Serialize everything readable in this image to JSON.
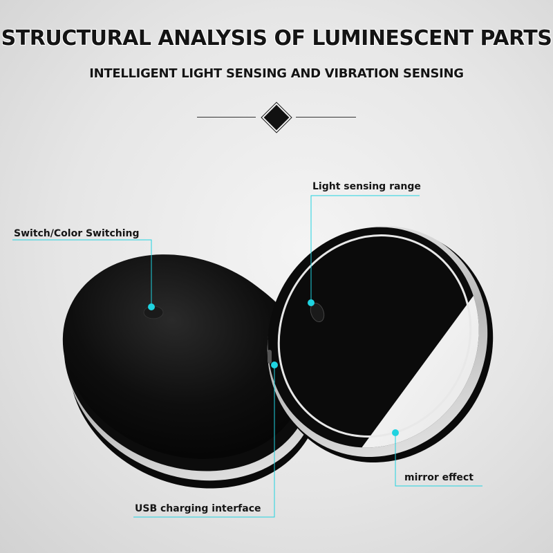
{
  "header": {
    "title": "STRUCTURAL ANALYSIS OF LUMINESCENT PARTS",
    "subtitle": "INTELLIGENT LIGHT SENSING AND VIBRATION SENSING"
  },
  "callouts": {
    "light_sensing": "Light sensing range",
    "switch": "Switch/Color Switching",
    "mirror": "mirror effect",
    "usb": "USB charging interface"
  },
  "colors": {
    "accent": "#1fd3e0",
    "product_black": "#0d0d0d",
    "ring_silver": "#d8d8d8"
  }
}
